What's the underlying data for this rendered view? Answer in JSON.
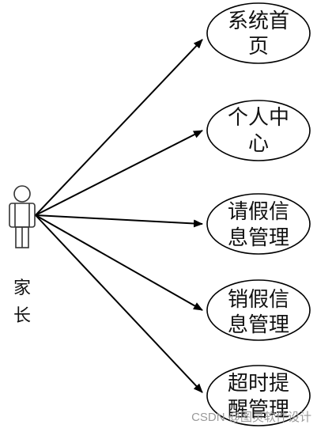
{
  "actor": {
    "label_lines": [
      "家",
      "长"
    ]
  },
  "use_cases": [
    {
      "id": "uc1",
      "lines": [
        "系统首",
        "页"
      ]
    },
    {
      "id": "uc2",
      "lines": [
        "个人中",
        "心"
      ]
    },
    {
      "id": "uc3",
      "lines": [
        "请假信",
        "息管理"
      ]
    },
    {
      "id": "uc4",
      "lines": [
        "销假信",
        "息管理"
      ]
    },
    {
      "id": "uc5",
      "lines": [
        "超时提",
        "醒管理"
      ]
    }
  ],
  "watermark": "CSDN @图灵软件设计"
}
